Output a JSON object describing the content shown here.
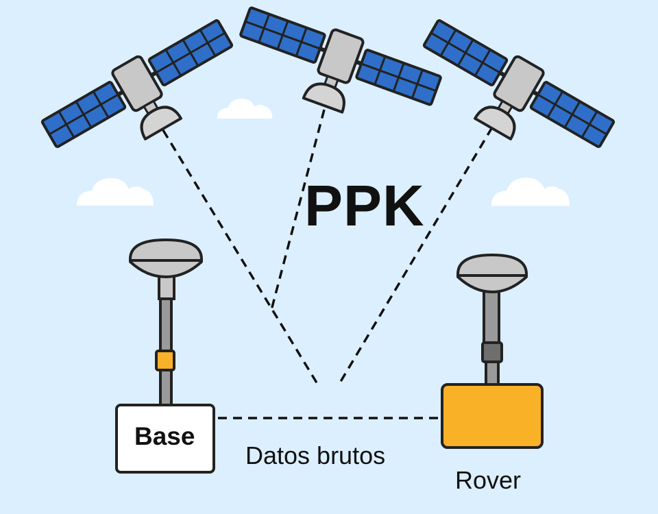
{
  "title": "PPK",
  "base": {
    "label": "Base"
  },
  "rover": {
    "label": "Rover"
  },
  "link": {
    "label": "Datos brutos"
  },
  "colors": {
    "background": "#dcefff",
    "panel": "#2f6fc9",
    "rover_box": "#f9b128",
    "base_box": "#ffffff",
    "outline": "#222222",
    "device_gray": "#c8c8c8",
    "cloud": "#ffffff"
  },
  "icons": [
    "satellite-icon",
    "gnss-antenna-icon",
    "cloud-icon"
  ]
}
